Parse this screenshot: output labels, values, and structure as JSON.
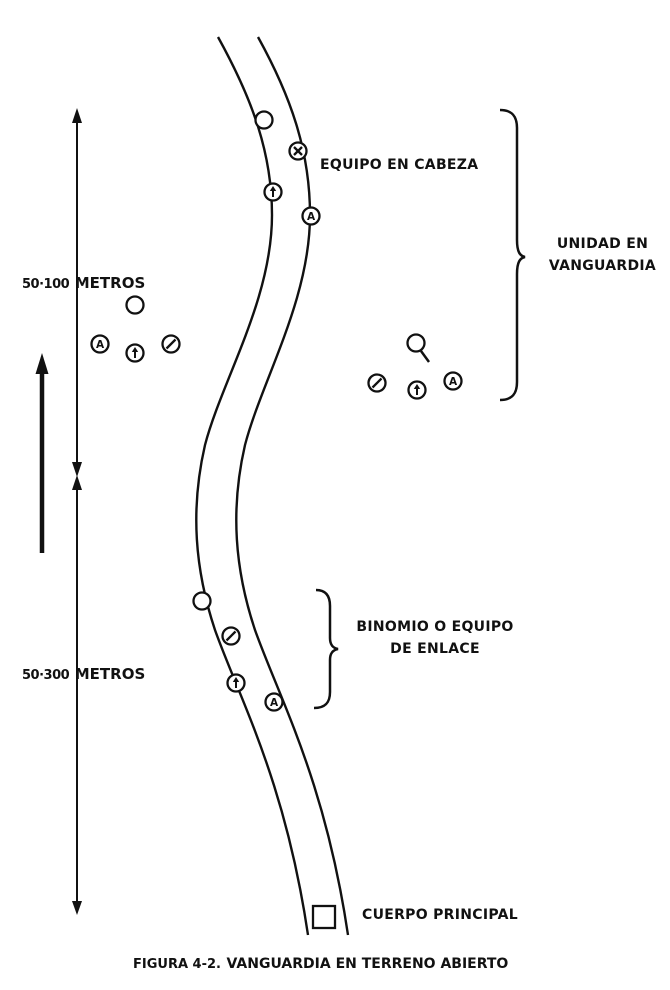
{
  "labels": {
    "lead_team": "EQUIPO EN CABEZA",
    "vanguard_unit_line1": "UNIDAD EN",
    "vanguard_unit_line2": "VANGUARDIA",
    "liaison_line1": "BINOMIO O EQUIPO",
    "liaison_line2": "DE ENLACE",
    "main_body": "CUERPO PRINCIPAL"
  },
  "distances": {
    "upper_range": "50·100",
    "upper_unit": "METROS",
    "lower_range": "50·300",
    "lower_unit": "METROS"
  },
  "caption": {
    "number": "FIGURA 4-2.",
    "title": "VANGUARDIA EN TERRENO ABIERTO"
  },
  "symbols": {
    "plain_circle": "circle-icon",
    "crossed_circle": "crossed-circle-icon",
    "arrow_circle": "arrow-circle-icon",
    "letter_circle": "A",
    "slash_circle": "slash-circle-icon",
    "leader_circle": "leader-circle-icon",
    "square": "square-icon"
  }
}
